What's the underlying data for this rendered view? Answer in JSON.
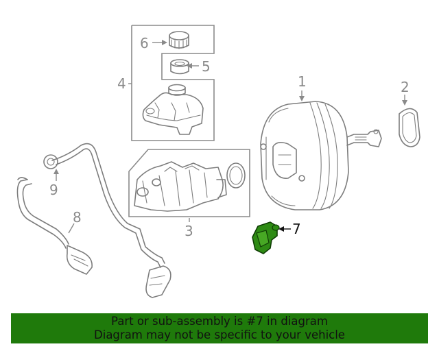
{
  "callouts": {
    "c1": "1",
    "c2": "2",
    "c3": "3",
    "c4": "4",
    "c5": "5",
    "c6": "6",
    "c7": "7",
    "c8": "8",
    "c9": "9"
  },
  "highlight": {
    "part": "7",
    "color": "#2e8b14"
  },
  "banner": {
    "line1": "Part or sub-assembly is #7 in diagram",
    "line2": "Diagram may not be specific to your vehicle",
    "background": "#1f7a0b"
  }
}
